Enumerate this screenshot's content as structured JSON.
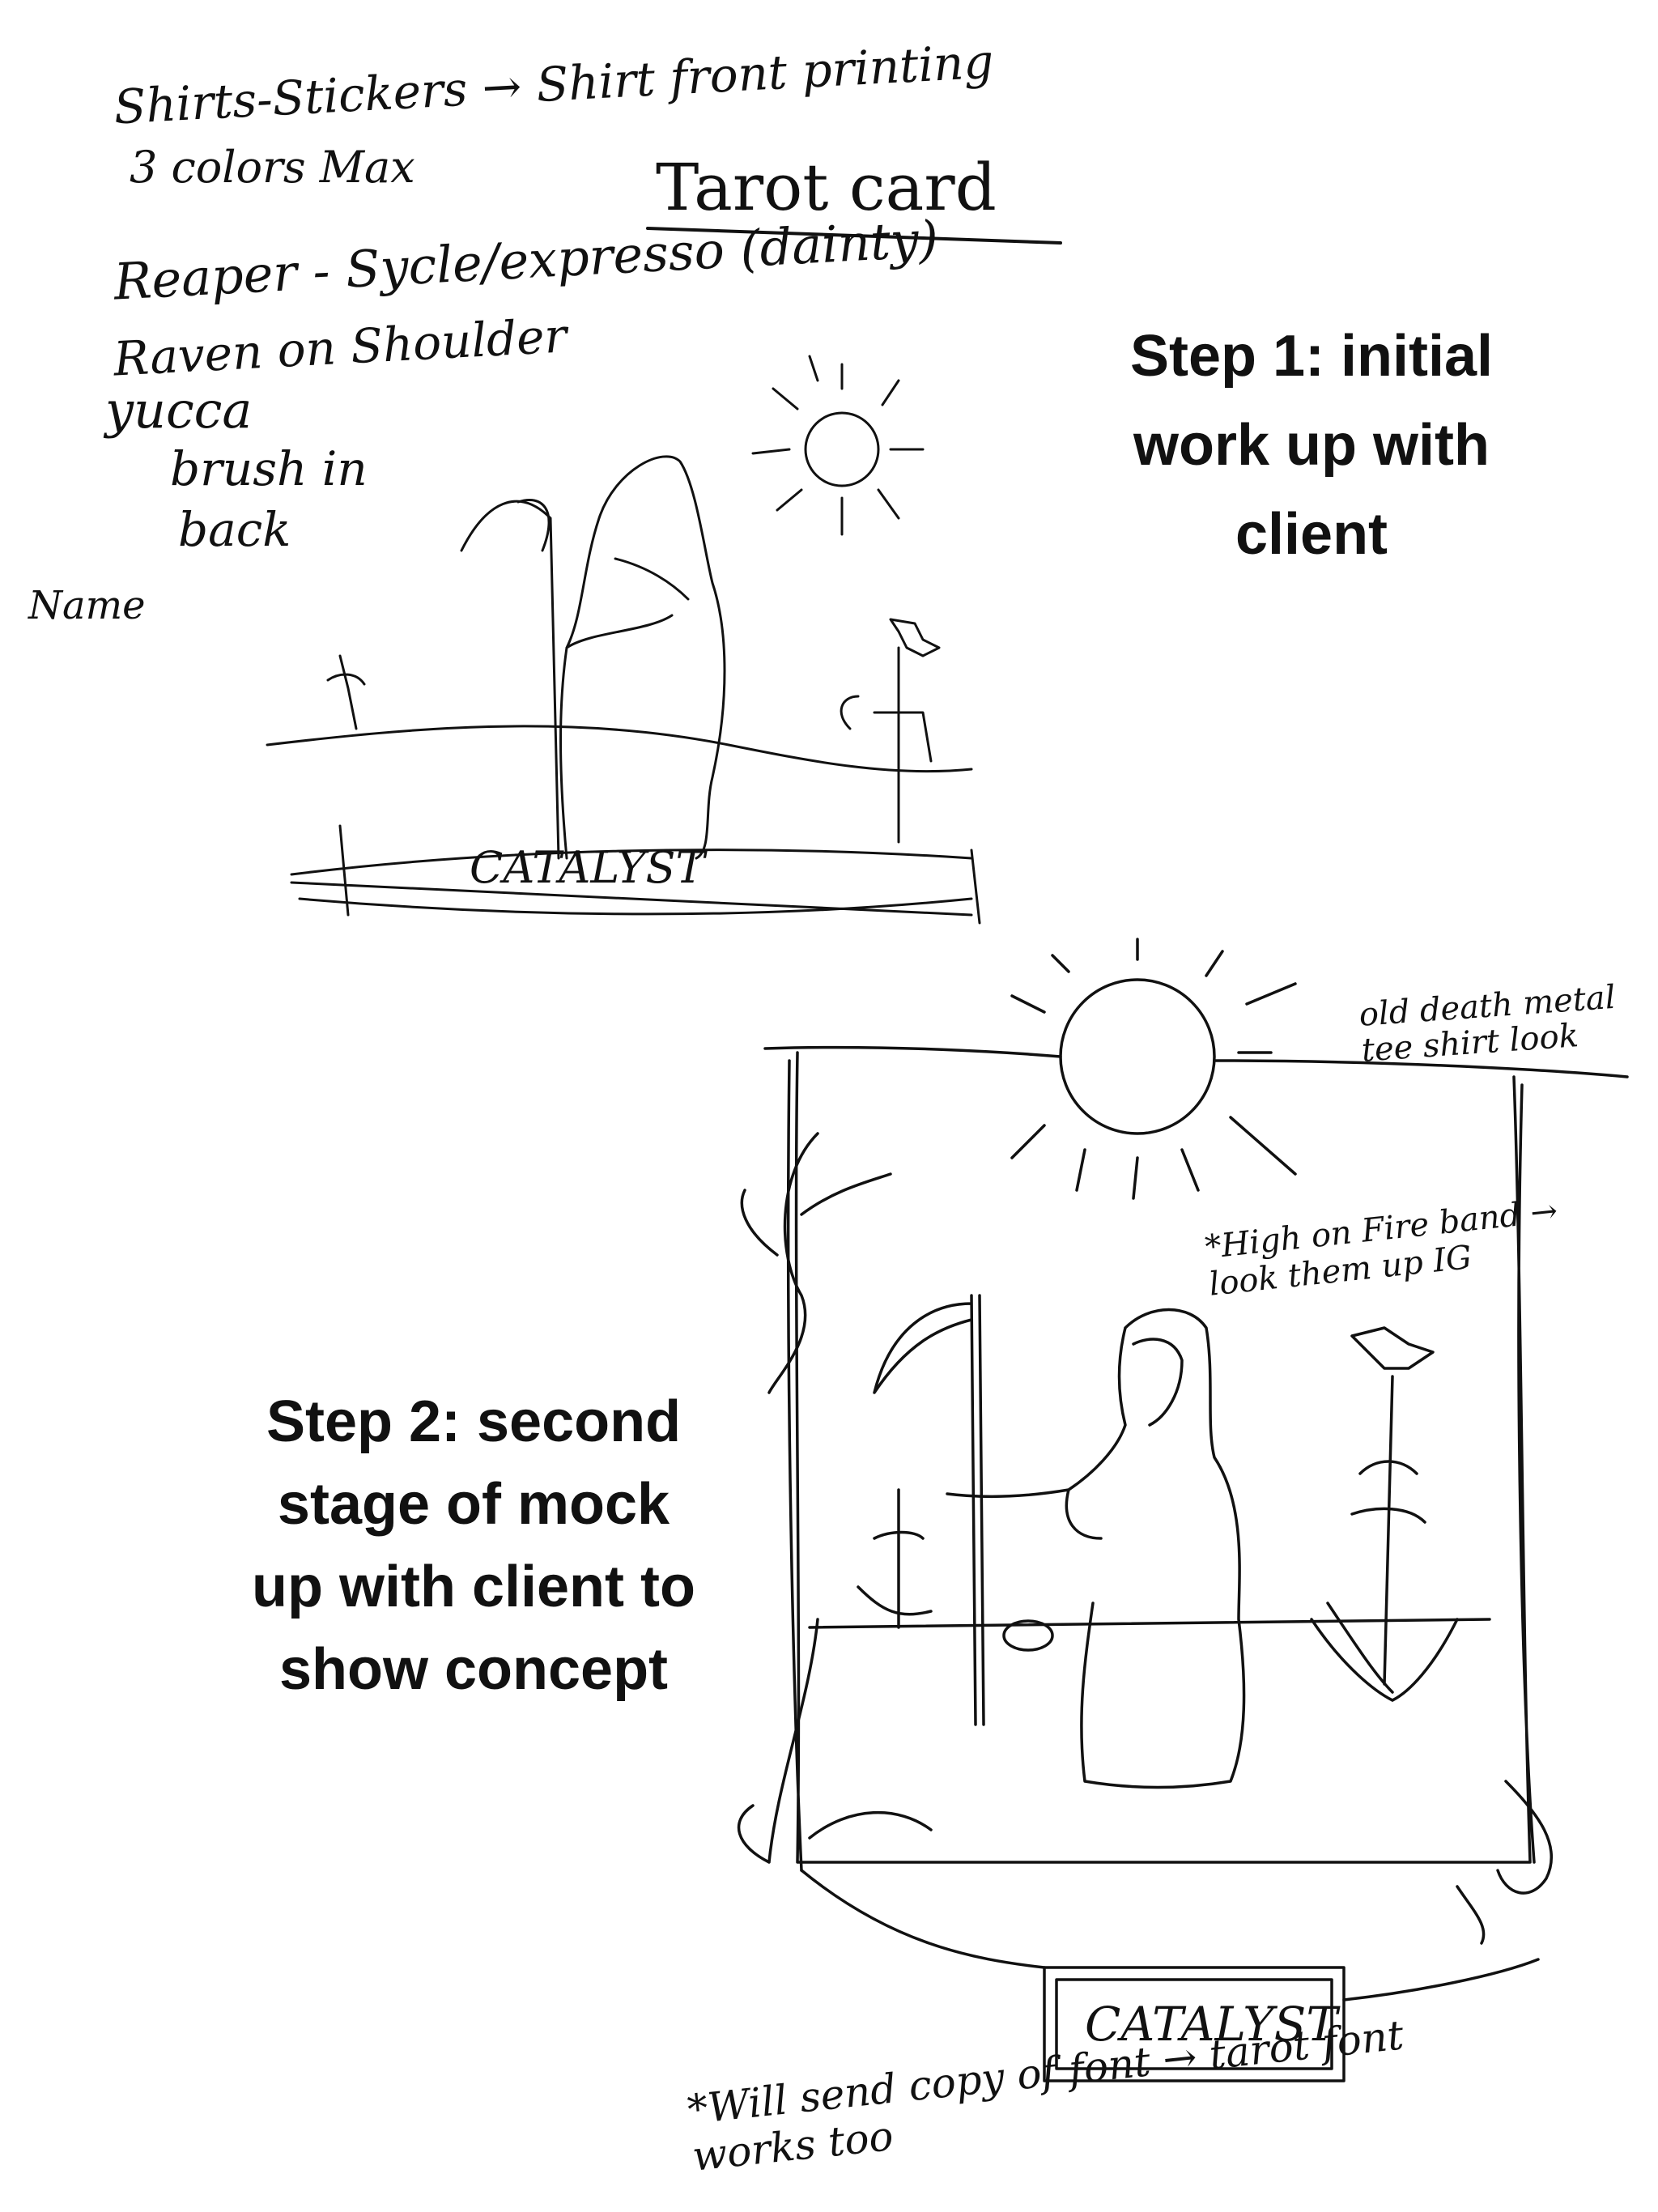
{
  "notes": {
    "line1": "Shirts-Stickers → Shirt front printing",
    "line2": "3 colors Max",
    "tarot_card": "Tarot card",
    "line3": "Reaper - Sycle/expresso (dainty)",
    "line4": "Raven on Shoulder",
    "line5": "yucca",
    "line6": "brush in",
    "line7": "back",
    "name": "Name"
  },
  "step1": {
    "label": "Step 1: initial work up with client",
    "sketch_text": "CATALYST"
  },
  "step2": {
    "label": "Step 2: second stage of mock up with client to show concept",
    "note_metal": "old death metal tee shirt look",
    "note_band": "*High on Fire band → look them up IG",
    "note_font": "*Will send copy of font → tarot font works too",
    "plaque_text": "CATALYST"
  }
}
